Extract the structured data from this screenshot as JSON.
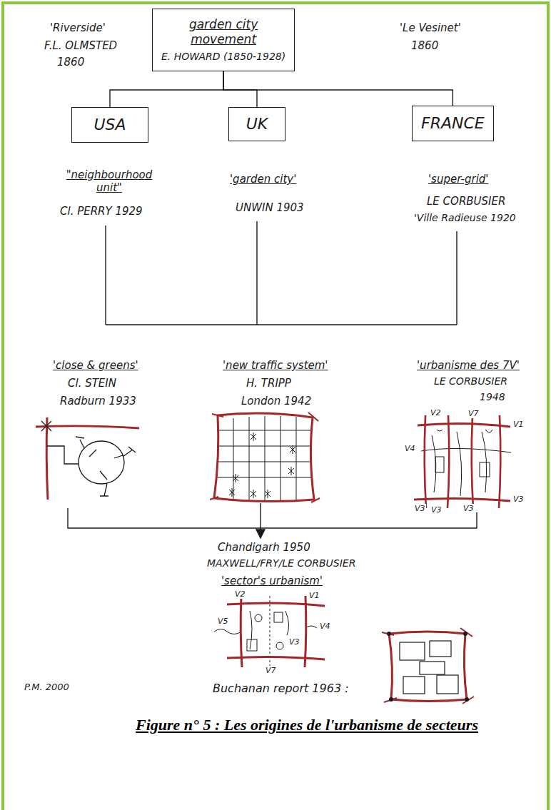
{
  "diagram": {
    "caption": "Figure n° 5 : Les origines de l'urbanisme de secteurs",
    "nodes": [
      {
        "text": [
          "garden city movement",
          "E. HOWARD (1850-1928)"
        ]
      },
      {
        "text": [
          "USA"
        ]
      },
      {
        "text": [
          "UK"
        ]
      },
      {
        "text": [
          "FRANCE"
        ]
      }
    ],
    "edges": [
      {
        "from": 0,
        "to": 1,
        "arrow": "none"
      },
      {
        "from": 0,
        "to": 2,
        "arrow": "none"
      },
      {
        "from": 0,
        "to": 3,
        "arrow": "none"
      }
    ],
    "labels": [
      "'Riverside'",
      "F.L. OLMSTED",
      "1860",
      "'Le Vesinet'",
      "1860",
      "\"neighbourhood unit\"",
      "Cl. PERRY 1929",
      "'garden city'",
      "UNWIN 1903",
      "'super-grid'",
      "LE CORBUSIER",
      "'Ville Radieuse 1920",
      "'close & greens'",
      "Cl. STEIN",
      "Radburn 1933",
      "'new traffic system'",
      "H. TRIPP",
      "London 1942",
      "'urbanisme des 7V'",
      "LE CORBUSIER",
      "1948",
      "V2",
      "V7",
      "V1",
      "V4",
      "V3",
      "V3",
      "V3",
      "V3",
      "Chandigarh 1950",
      "MAXWELL/FRY/LE CORBUSIER",
      "'sector's urbanism'",
      "V2",
      "V1",
      "V5",
      "V4",
      "V3",
      "V7",
      "P.M. 2000",
      "Buchanan report 1963 :"
    ]
  }
}
